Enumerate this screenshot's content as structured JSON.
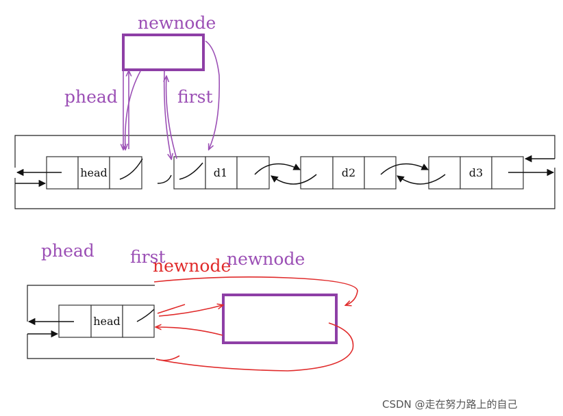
{
  "top_diagram": {
    "labels": {
      "newnode": "newnode",
      "phead": "phead",
      "first": "first"
    },
    "nodes": [
      {
        "data": "head"
      },
      {
        "data": "d1"
      },
      {
        "data": "d2"
      },
      {
        "data": "d3"
      }
    ]
  },
  "bottom_diagram": {
    "labels": {
      "phead": "phead",
      "first": "first",
      "newnode_red": "newnode",
      "newnode_purple": "newnode"
    },
    "node": {
      "data": "head"
    }
  },
  "watermark": "CSDN @走在努力路上的自己",
  "colors": {
    "label_purple": "#9b4fb5",
    "label_red": "#e02a2a",
    "newnode_box": "#8e3fa6",
    "lines": "#111111"
  }
}
